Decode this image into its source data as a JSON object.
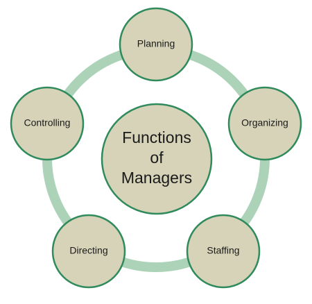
{
  "diagram": {
    "center_lines": [
      "Functions",
      "of",
      "Managers"
    ],
    "nodes": [
      {
        "id": "planning",
        "label": "Planning"
      },
      {
        "id": "organizing",
        "label": "Organizing"
      },
      {
        "id": "staffing",
        "label": "Staffing"
      },
      {
        "id": "directing",
        "label": "Directing"
      },
      {
        "id": "controlling",
        "label": "Controlling"
      }
    ],
    "colors": {
      "node_fill": "#d6d3b8",
      "node_border": "#2f8a5c",
      "ring": "#acd3b8",
      "text": "#1a1a1a"
    }
  }
}
